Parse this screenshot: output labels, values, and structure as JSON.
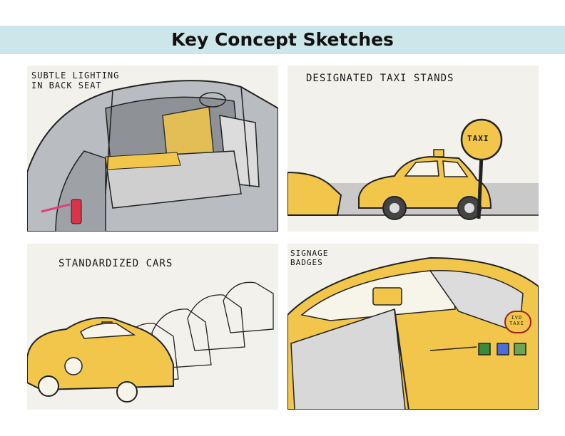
{
  "header": {
    "title": "Key Concept Sketches"
  },
  "sketches": [
    {
      "caption_line1": "Subtle lighting",
      "caption_line2": "in back seat"
    },
    {
      "caption": "Designated taxi stands",
      "sign_text": "TAXI"
    },
    {
      "caption": "Standardized cars"
    },
    {
      "caption_line1": "Signage",
      "caption_line2": "badges",
      "badge_text_line1": "IVD",
      "badge_text_line2": "TAXI"
    }
  ],
  "colors": {
    "title_band": "#cde6ea",
    "taxi_yellow": "#f2c64a",
    "paper": "#f3f1ec",
    "tail_light": "#d8354a"
  }
}
